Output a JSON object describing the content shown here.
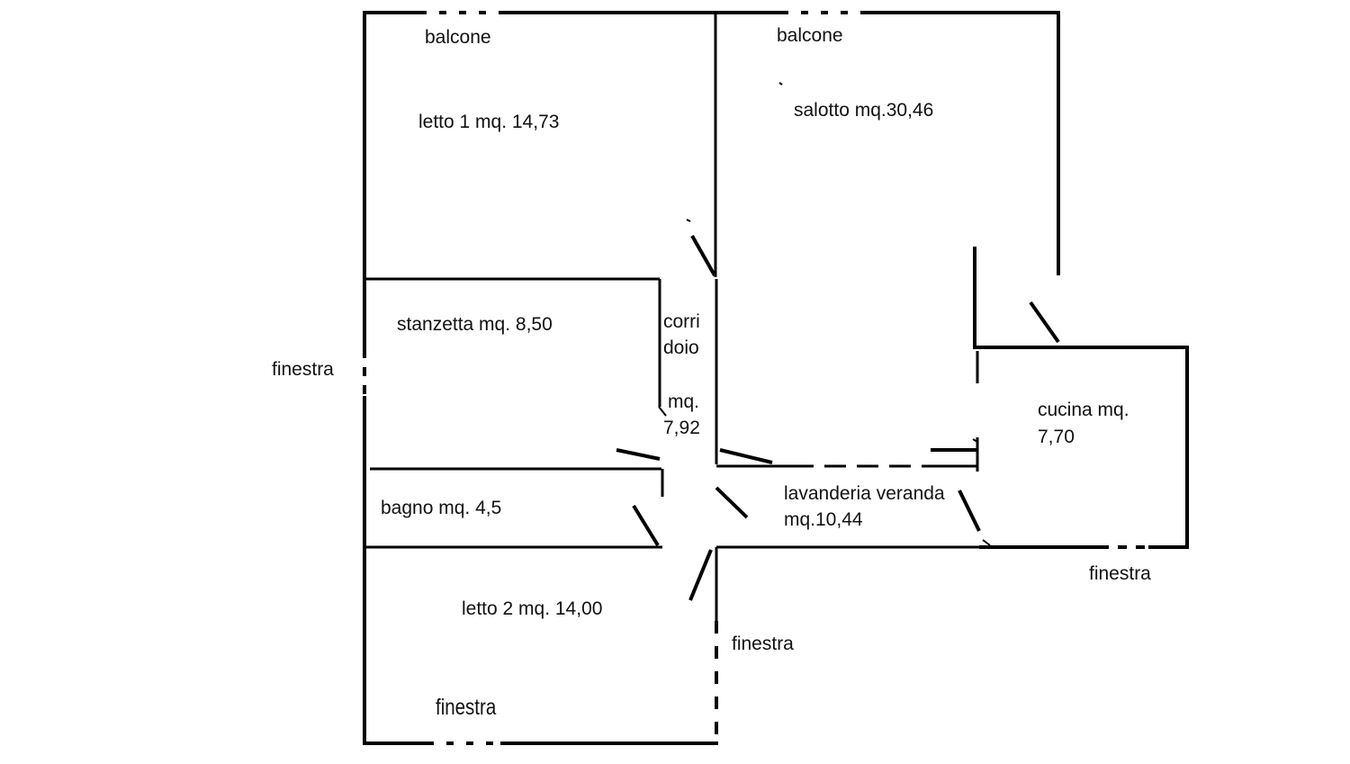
{
  "colors": {
    "wall": "#000000",
    "text": "#111111",
    "background": "#ffffff"
  },
  "labels": {
    "balcone_left": "balcone",
    "balcone_right": "balcone",
    "letto1": "letto 1 mq. 14,73",
    "salotto": "salotto mq.30,46",
    "stanzetta": "stanzetta mq. 8,50",
    "corridoio_l1": "corri",
    "corridoio_l2": "doio",
    "corridoio_l3": "mq.",
    "corridoio_l4": "7,92",
    "cucina_l1": "cucina mq.",
    "cucina_l2": "7,70",
    "bagno": "bagno mq. 4,5",
    "lavanderia_l1": "lavanderia veranda",
    "lavanderia_l2": "mq.10,44",
    "letto2": "letto 2 mq. 14,00",
    "finestra_left": "finestra",
    "finestra_mid": "finestra",
    "finestra_right": "finestra",
    "finestra_bottom": "finestra"
  }
}
